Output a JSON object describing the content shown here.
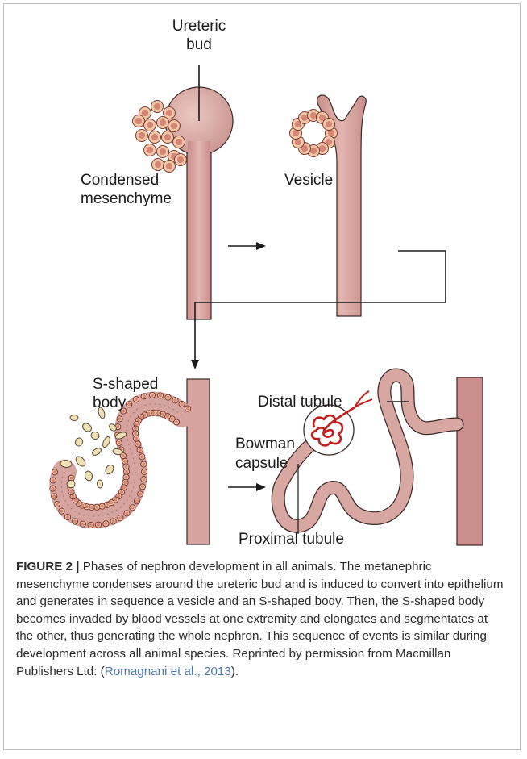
{
  "diagram": {
    "labels": {
      "ureteric_bud": [
        "Ureteric",
        "bud"
      ],
      "condensed_mesenchyme": [
        "Condensed",
        "mesenchyme"
      ],
      "vesicle": "Vesicle",
      "s_shaped_body": [
        "S-shaped",
        "body"
      ],
      "distal_tubule": "Distal tubule",
      "bowman_capsule": [
        "Bowman",
        "capsule"
      ],
      "proximal_tubule": "Proximal tubule"
    },
    "colors": {
      "tubule_fill": "#d9a7a2",
      "tubule_stroke": "#3a2a28",
      "cell_fill": "#f2c7a8",
      "nucleus_fill": "#c0504d",
      "capillary": "#c41a1a",
      "debris_fill": "#efe0b6"
    }
  },
  "caption": {
    "figure_label": "FIGURE 2 |",
    "text": " Phases of nephron development in all animals. The metanephric mesenchyme condenses around the ureteric bud and is induced to convert into epithelium and generates in sequence a vesicle and an S-shaped body. Then, the S-shaped body becomes invaded by blood vessels at one extremity and elongates and segmentates at the other, thus generating the whole nephron. This sequence of events is similar during development across all animal species. Reprinted by permission from Macmillan Publishers Ltd: (",
    "citation": "Romagnani et al., 2013",
    "end": ")."
  }
}
